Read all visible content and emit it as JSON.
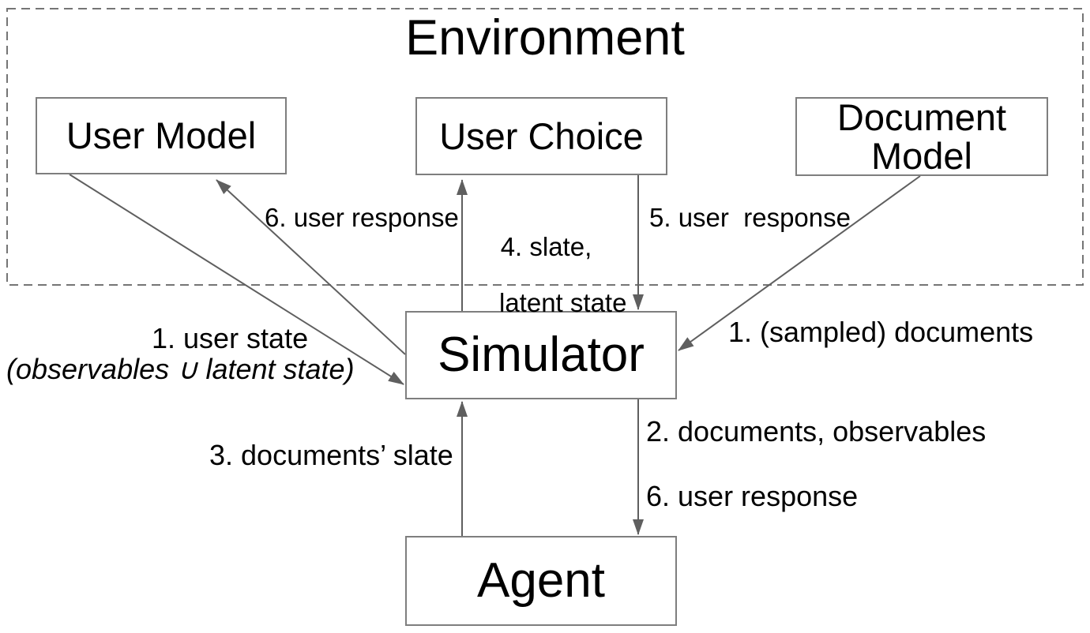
{
  "diagram": {
    "environment": {
      "title": "Environment"
    },
    "nodes": {
      "user_model": {
        "label": "User Model"
      },
      "user_choice": {
        "label": "User Choice"
      },
      "document_model": {
        "label": "Document Model"
      },
      "simulator": {
        "label": "Simulator"
      },
      "agent": {
        "label": "Agent"
      }
    },
    "edge_labels": {
      "user_state": {
        "line1": "1. user state",
        "line2": "(observables ∪ latent state)"
      },
      "user_response_to_user_model": {
        "text": "6. user response"
      },
      "slate_latent_state": {
        "line1": "4. slate,",
        "line2": "latent state"
      },
      "user_response_from_user_choice": {
        "text": "5. user  response"
      },
      "sampled_documents": {
        "text": "1. (sampled) documents"
      },
      "documents_observables": {
        "text": "2. documents, observables"
      },
      "user_response_to_agent": {
        "text": "6. user response"
      },
      "documents_slate": {
        "text": "3. documents’ slate"
      }
    },
    "colors": {
      "arrow": "#5f5f5f",
      "box_border": "#7e7e7e",
      "dashed_border": "#757575",
      "text": "#000000",
      "background": "#ffffff"
    }
  }
}
